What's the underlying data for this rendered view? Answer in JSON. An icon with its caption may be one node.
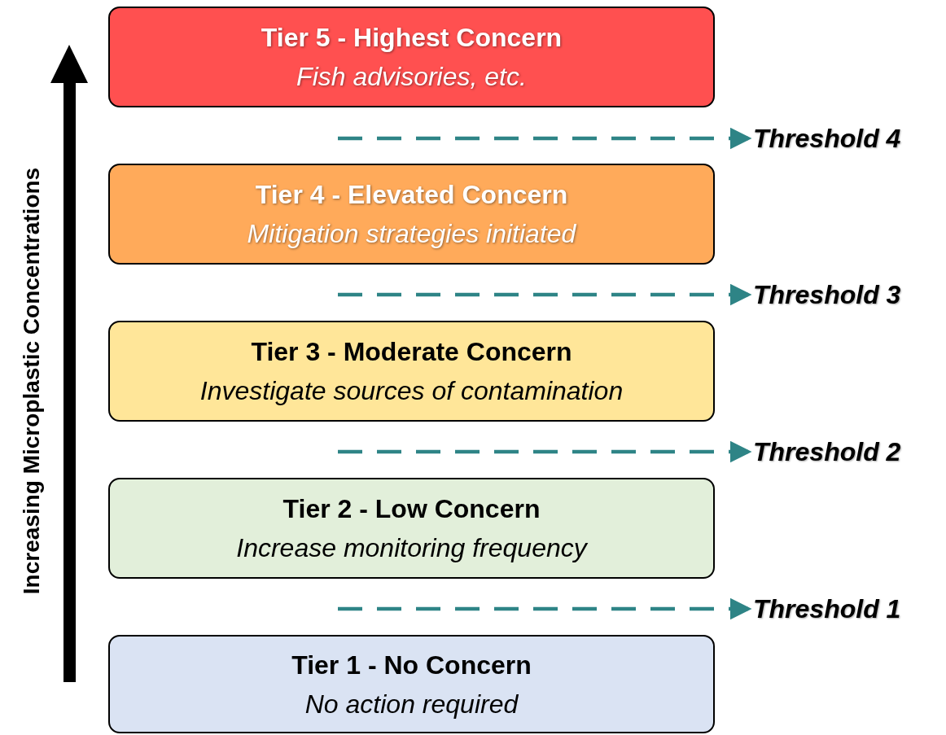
{
  "diagram": {
    "nodes": [
      {
        "text": [
          "Tier 5 - Highest Concern",
          "Fish advisories, etc."
        ]
      },
      {
        "text": [
          "Threshold 4"
        ]
      },
      {
        "text": [
          "Tier 4 - Elevated Concern",
          "Mitigation strategies initiated"
        ]
      },
      {
        "text": [
          "Threshold 3"
        ]
      },
      {
        "text": [
          "Tier 3 - Moderate Concern",
          "Investigate sources of contamination"
        ]
      },
      {
        "text": [
          "Threshold 2"
        ]
      },
      {
        "text": [
          "Tier 2 - Low Concern",
          "Increase monitoring frequency"
        ]
      },
      {
        "text": [
          "Threshold 1"
        ]
      },
      {
        "text": [
          "Tier 1 - No Concern",
          "No action required"
        ]
      }
    ],
    "edges": [
      {
        "from": null,
        "to": 1,
        "arrow": "to",
        "style": "dashed"
      },
      {
        "from": null,
        "to": 3,
        "arrow": "to",
        "style": "dashed"
      },
      {
        "from": null,
        "to": 5,
        "arrow": "to",
        "style": "dashed"
      },
      {
        "from": null,
        "to": 7,
        "arrow": "to",
        "style": "dashed"
      }
    ],
    "labels": [
      "Increasing Microplastic Concentrations"
    ]
  }
}
